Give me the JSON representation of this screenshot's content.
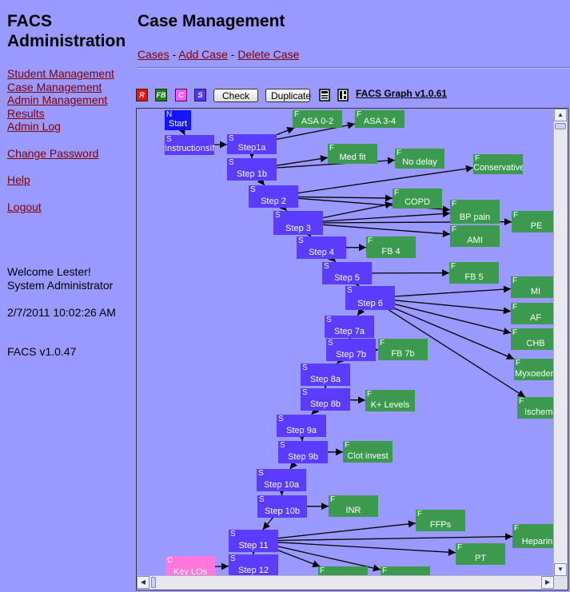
{
  "app": {
    "title_line1": "FACS",
    "title_line2": "Administration"
  },
  "sidebar": {
    "nav": [
      "Student Management",
      "Case Management",
      "Admin Management",
      "Results",
      "Admin Log"
    ],
    "change_password": "Change Password",
    "help": "Help",
    "logout": "Logout",
    "welcome": "Welcome Lester!",
    "role": "System Administrator",
    "datetime": "2/7/2011 10:02:26 AM",
    "version": "FACS v1.0.47"
  },
  "main": {
    "title": "Case Management",
    "links": {
      "cases": "Cases",
      "add_case": "Add Case",
      "delete_case": "Delete Case",
      "separator": "-"
    }
  },
  "toolbar": {
    "icons": [
      {
        "name": "r-icon",
        "letter": "R",
        "color": "#ee1111"
      },
      {
        "name": "fb-icon",
        "letter": "FB",
        "color": "#118811"
      },
      {
        "name": "c-icon",
        "letter": "C",
        "color": "#ff55ff"
      },
      {
        "name": "s-icon",
        "letter": "S",
        "color": "#5533ff"
      }
    ],
    "check_label": "Check",
    "duplicate_label": "Duplicate",
    "graph_link": "FACS Graph v1.0.61"
  },
  "graph": {
    "colors": {
      "S": "#5b3cff",
      "F": "#3c9a4e",
      "N": "#1414ff",
      "C": "#ff77dd",
      "edge": "#000000"
    },
    "nodes": [
      {
        "id": "start",
        "type": "N",
        "label": "Start"
      },
      {
        "id": "instr",
        "type": "S",
        "label": "InstructionsIN"
      },
      {
        "id": "step1a",
        "type": "S",
        "label": "Step1a"
      },
      {
        "id": "asa02",
        "type": "F",
        "label": "ASA 0-2"
      },
      {
        "id": "asa34",
        "type": "F",
        "label": "ASA 3-4"
      },
      {
        "id": "step1b",
        "type": "S",
        "label": "Step 1b"
      },
      {
        "id": "medfit",
        "type": "F",
        "label": "Med fit"
      },
      {
        "id": "nodelay",
        "type": "F",
        "label": "No delay"
      },
      {
        "id": "conservative",
        "type": "F",
        "label": "Conservative"
      },
      {
        "id": "step2",
        "type": "S",
        "label": "Step 2"
      },
      {
        "id": "copd",
        "type": "F",
        "label": "COPD"
      },
      {
        "id": "bppain",
        "type": "F",
        "label": "BP pain"
      },
      {
        "id": "step3",
        "type": "S",
        "label": "Step 3"
      },
      {
        "id": "pe",
        "type": "F",
        "label": "PE"
      },
      {
        "id": "ami",
        "type": "F",
        "label": "AMI"
      },
      {
        "id": "step4",
        "type": "S",
        "label": "Step 4"
      },
      {
        "id": "fb4",
        "type": "F",
        "label": "FB 4"
      },
      {
        "id": "step5",
        "type": "S",
        "label": "Step 5"
      },
      {
        "id": "fb5",
        "type": "F",
        "label": "FB 5"
      },
      {
        "id": "step6",
        "type": "S",
        "label": "Step 6"
      },
      {
        "id": "mi",
        "type": "F",
        "label": "MI"
      },
      {
        "id": "af",
        "type": "F",
        "label": "AF"
      },
      {
        "id": "step7a",
        "type": "S",
        "label": "Step 7a"
      },
      {
        "id": "chb",
        "type": "F",
        "label": "CHB"
      },
      {
        "id": "step7b",
        "type": "S",
        "label": "Step 7b"
      },
      {
        "id": "fb7b",
        "type": "F",
        "label": "FB 7b"
      },
      {
        "id": "myx",
        "type": "F",
        "label": "Myxoedema"
      },
      {
        "id": "step8a",
        "type": "S",
        "label": "Step 8a"
      },
      {
        "id": "step8b",
        "type": "S",
        "label": "Step 8b"
      },
      {
        "id": "klevels",
        "type": "F",
        "label": "K+ Levels"
      },
      {
        "id": "isch",
        "type": "F",
        "label": "Ischemia"
      },
      {
        "id": "step9a",
        "type": "S",
        "label": "Step 9a"
      },
      {
        "id": "step9b",
        "type": "S",
        "label": "Step 9b"
      },
      {
        "id": "clot",
        "type": "F",
        "label": "Clot invest"
      },
      {
        "id": "step10a",
        "type": "S",
        "label": "Step 10a"
      },
      {
        "id": "step10b",
        "type": "S",
        "label": "Step 10b"
      },
      {
        "id": "inr",
        "type": "F",
        "label": "INR"
      },
      {
        "id": "ffps",
        "type": "F",
        "label": "FFPs"
      },
      {
        "id": "step11",
        "type": "S",
        "label": "Step 11"
      },
      {
        "id": "heparin",
        "type": "F",
        "label": "Heparin"
      },
      {
        "id": "pt",
        "type": "F",
        "label": "PT"
      },
      {
        "id": "keylos",
        "type": "C",
        "label": "Key LOs"
      },
      {
        "id": "step12",
        "type": "S",
        "label": "Step 12"
      },
      {
        "id": "f12a",
        "type": "F",
        "label": ""
      },
      {
        "id": "f12b",
        "type": "F",
        "label": ""
      }
    ],
    "edges": [
      [
        "start",
        "instr"
      ],
      [
        "instr",
        "step1a"
      ],
      [
        "step1a",
        "asa02"
      ],
      [
        "step1a",
        "asa34"
      ],
      [
        "step1a",
        "step1b"
      ],
      [
        "step1b",
        "medfit"
      ],
      [
        "step1b",
        "nodelay"
      ],
      [
        "step1b",
        "step2"
      ],
      [
        "step2",
        "conservative"
      ],
      [
        "step2",
        "copd"
      ],
      [
        "step2",
        "bppain"
      ],
      [
        "step2",
        "step3"
      ],
      [
        "step3",
        "pe"
      ],
      [
        "step3",
        "ami"
      ],
      [
        "step3",
        "bppain"
      ],
      [
        "step3",
        "copd"
      ],
      [
        "step3",
        "step4"
      ],
      [
        "step4",
        "fb4"
      ],
      [
        "step4",
        "step5"
      ],
      [
        "step5",
        "fb5"
      ],
      [
        "step5",
        "step6"
      ],
      [
        "step6",
        "mi"
      ],
      [
        "step6",
        "af"
      ],
      [
        "step6",
        "chb"
      ],
      [
        "step6",
        "myx"
      ],
      [
        "step6",
        "isch"
      ],
      [
        "step6",
        "step7a"
      ],
      [
        "step7a",
        "step7b"
      ],
      [
        "step7b",
        "fb7b"
      ],
      [
        "step7b",
        "step8a"
      ],
      [
        "step8a",
        "step8b"
      ],
      [
        "step8b",
        "klevels"
      ],
      [
        "step8b",
        "step9a"
      ],
      [
        "step9a",
        "step9b"
      ],
      [
        "step9b",
        "clot"
      ],
      [
        "step9b",
        "step10a"
      ],
      [
        "step10a",
        "step10b"
      ],
      [
        "step10b",
        "inr"
      ],
      [
        "step10b",
        "step11"
      ],
      [
        "step11",
        "ffps"
      ],
      [
        "step11",
        "heparin"
      ],
      [
        "step11",
        "pt"
      ],
      [
        "step11",
        "f12a"
      ],
      [
        "step11",
        "f12b"
      ],
      [
        "step11",
        "step12"
      ],
      [
        "keylos",
        "step12"
      ]
    ]
  }
}
